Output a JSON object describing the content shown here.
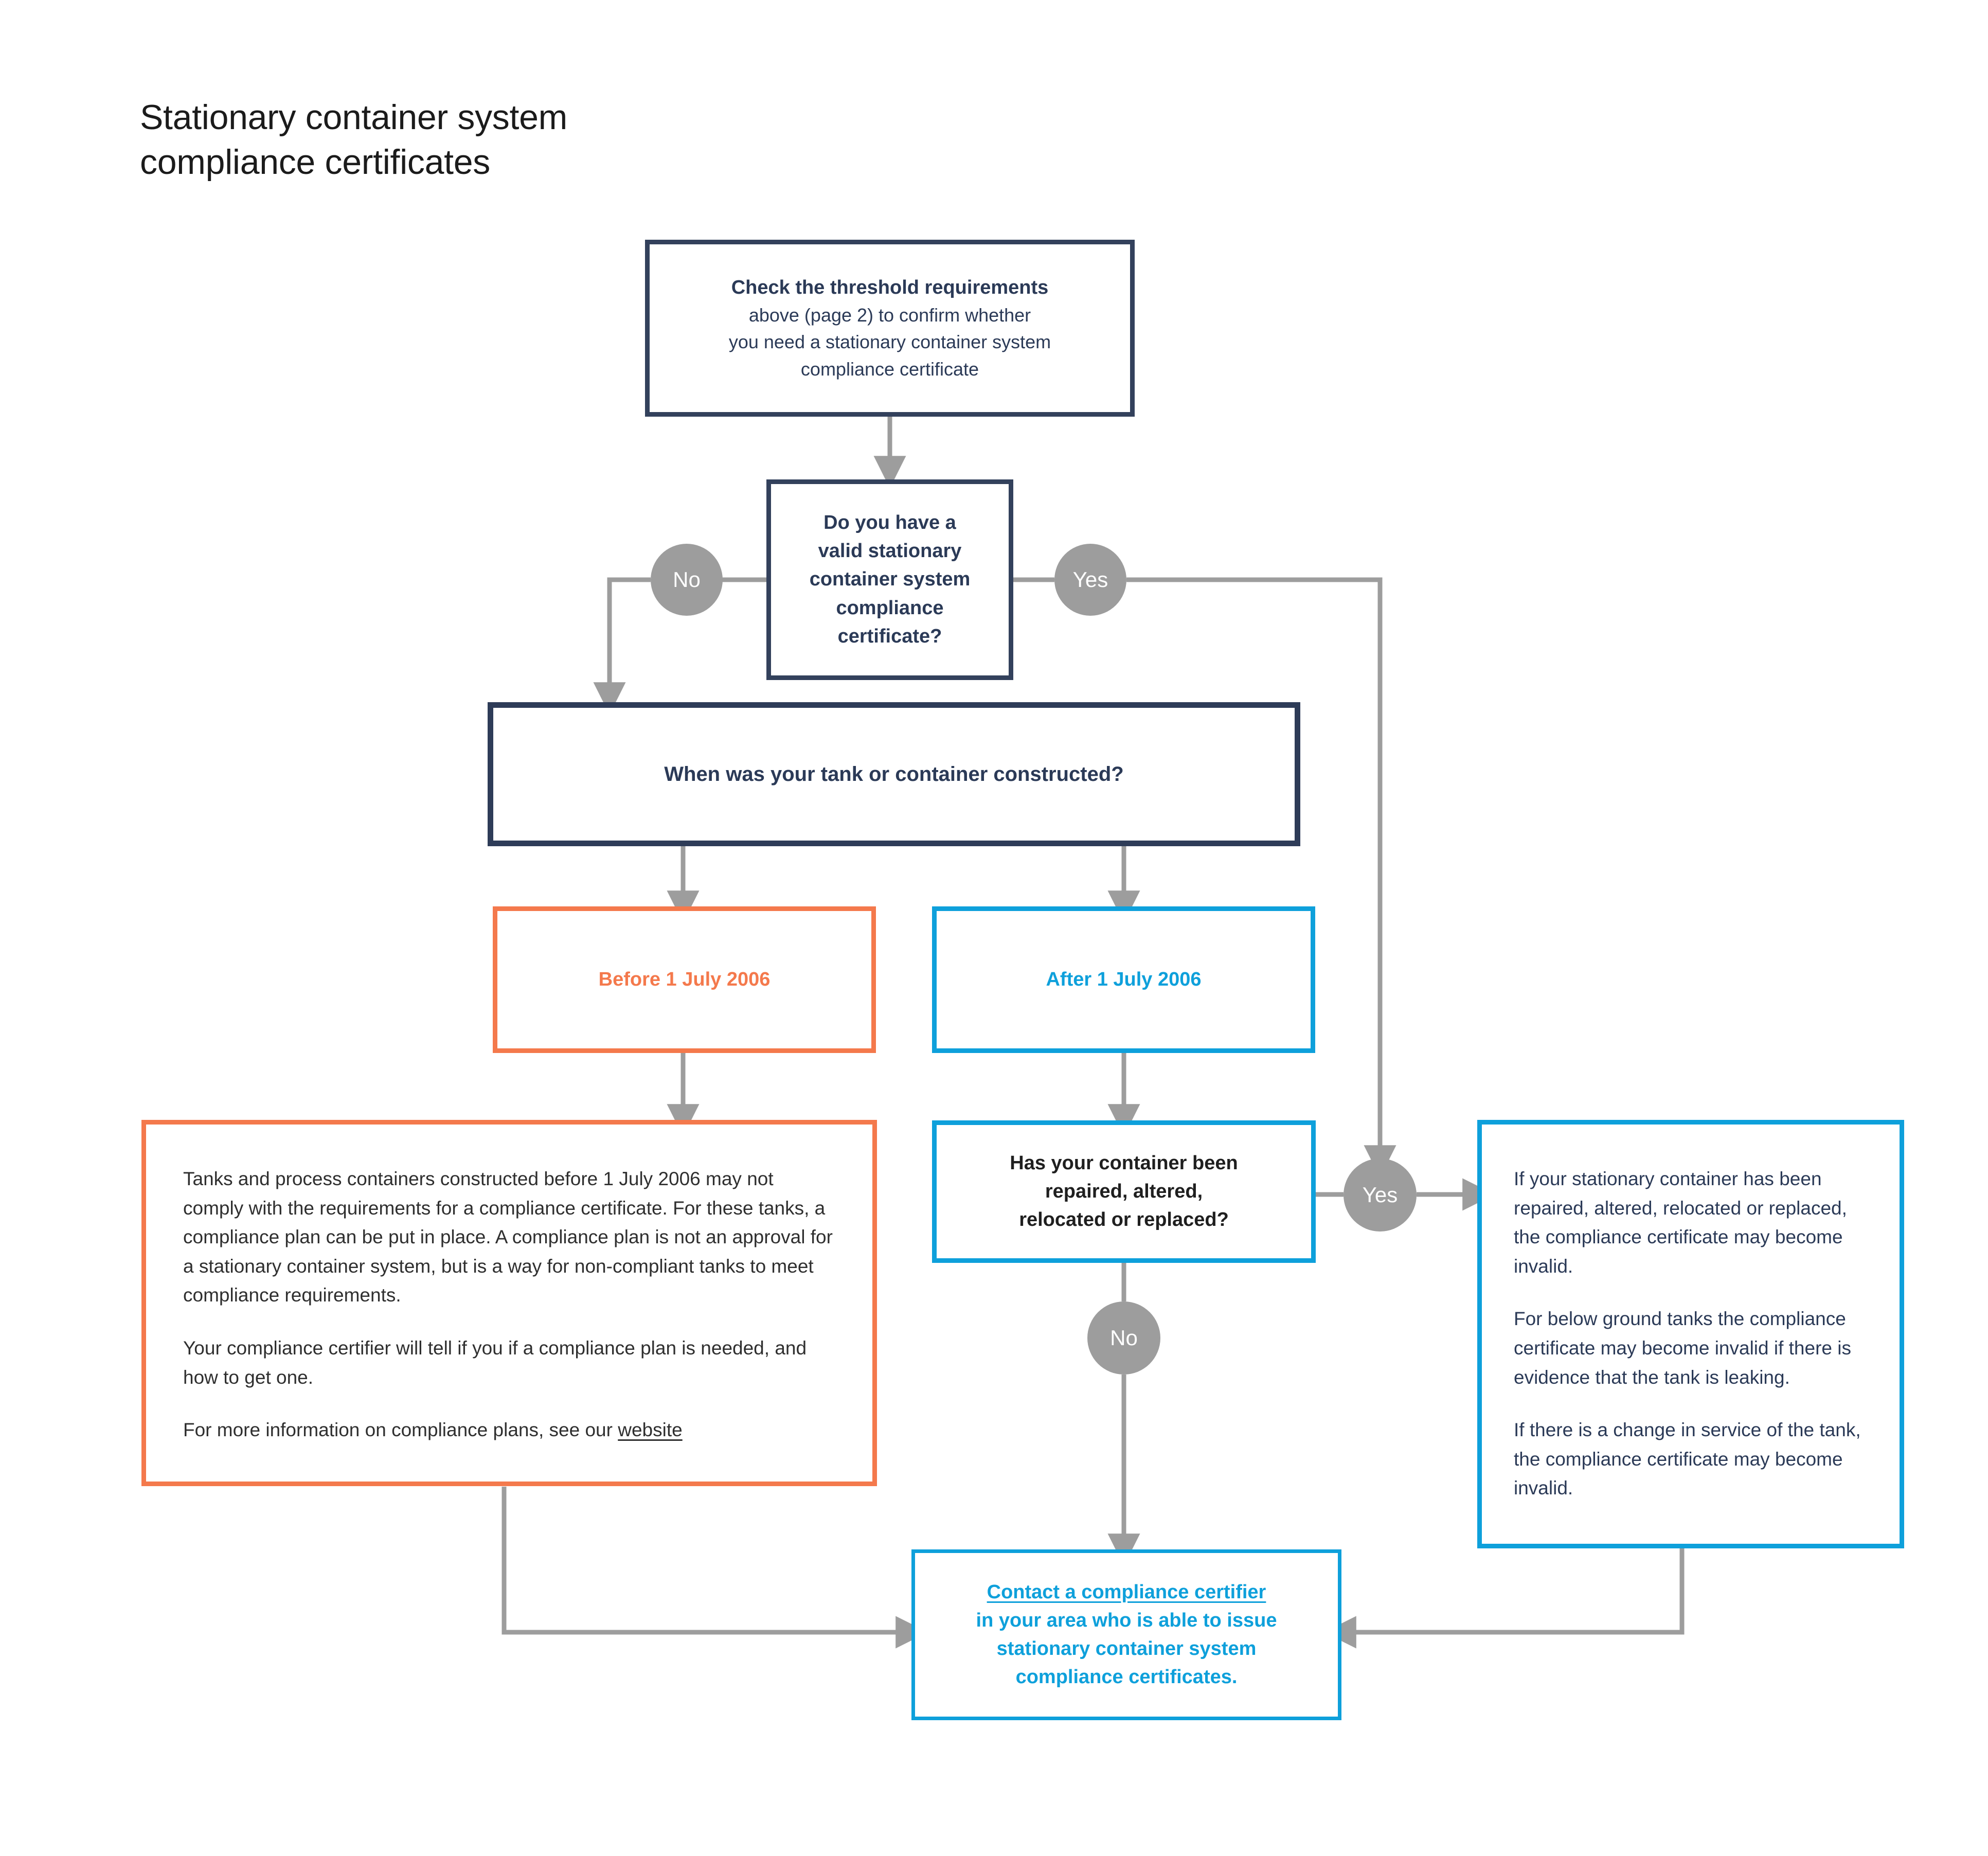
{
  "page": {
    "title": "Stationary container system\ncompliance certificates",
    "background": "#ffffff"
  },
  "colors": {
    "navy": "#2b3a57",
    "navy_border": "#33415c",
    "orange": "#f4794c",
    "blue": "#0ea0db",
    "connector_gray": "#9d9d9d",
    "body_text": "#2f2f2f"
  },
  "nodes": {
    "threshold": {
      "name": "check-threshold-requirements",
      "heading": "Check the threshold requirements",
      "body": "above (page 2) to confirm whether\nyou need a stationary container system\ncompliance certificate"
    },
    "valid_cert_question": {
      "name": "valid-certificate-question",
      "text": "Do you have a\nvalid stationary\ncontainer system\ncompliance\ncertificate?"
    },
    "constructed_question": {
      "name": "when-constructed-question",
      "text": "When was your tank or container constructed?"
    },
    "before_2006": {
      "name": "before-1-july-2006",
      "text": "Before 1 July 2006"
    },
    "after_2006": {
      "name": "after-1-july-2006",
      "text": "After 1 July 2006"
    },
    "compliance_plan_info": {
      "name": "compliance-plan-information",
      "paragraphs": [
        "Tanks and process containers constructed before 1 July 2006 may not comply with the requirements for a compliance certificate. For these tanks, a compliance plan can be put in place. A compliance plan is not an approval for a stationary container system, but is a way for non-compliant tanks to meet compliance requirements.",
        "Your compliance certifier will tell if you if a compliance plan is needed, and how to get one."
      ],
      "link_paragraph_prefix": "For more information on compliance plans, see our ",
      "link_text": "website"
    },
    "repaired_question": {
      "name": "container-repaired-question",
      "text": "Has your container been\nrepaired, altered,\nrelocated or replaced?"
    },
    "invalid_cert_info": {
      "name": "certificate-invalid-information",
      "paragraphs": [
        "If your stationary container has been repaired, altered, relocated or replaced, the compliance certificate may become invalid.",
        "For below ground tanks the compliance certificate may become invalid if there is evidence that the tank is leaking.",
        "If there is a change in service of the tank, the compliance certificate may become invalid."
      ]
    },
    "contact_certifier": {
      "name": "contact-compliance-certifier",
      "link_text": "Contact a compliance certifier",
      "body": "in your area who is able to issue\nstationary container system\ncompliance certificates."
    }
  },
  "decision_labels": {
    "valid_cert_no": "No",
    "valid_cert_yes": "Yes",
    "repaired_yes": "Yes",
    "repaired_no": "No"
  }
}
